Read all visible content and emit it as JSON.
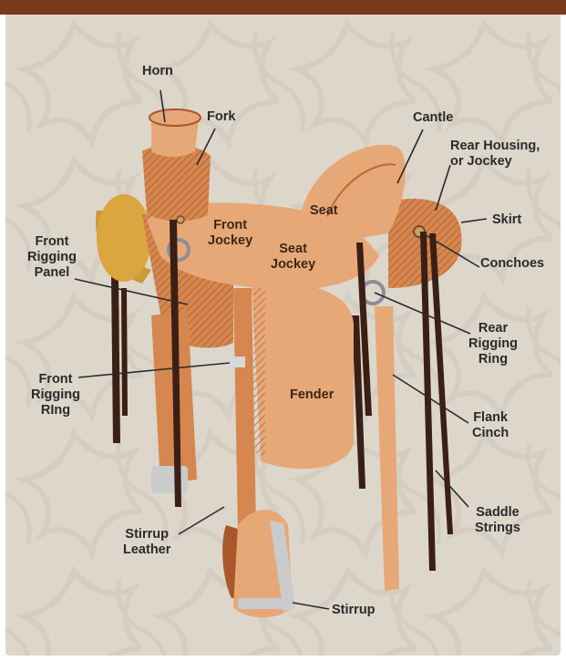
{
  "colors": {
    "top_bar": "#7a3a1c",
    "background": "#ddd6cb",
    "background_pattern": "#cfc6b9",
    "leather_light": "#e7a877",
    "leather_mid": "#d5874f",
    "leather_dark": "#a8582a",
    "strap_dark": "#3a1f14",
    "steel": "#c9cbcc",
    "label_text": "#2a2a2a"
  },
  "labels": {
    "horn": "Horn",
    "fork": "Fork",
    "cantle": "Cantle",
    "rear_housing": "Rear Housing,\nor Jockey",
    "skirt": "Skirt",
    "seat": "Seat",
    "front_jockey": "Front\nJockey",
    "seat_jockey": "Seat\nJockey",
    "conchoes": "Conchoes",
    "front_rigging_panel": "Front\nRigging\nPanel",
    "rear_rigging_ring": "Rear\nRigging\nRing",
    "front_rigging_ring": "Front\nRigging\nRIng",
    "fender": "Fender",
    "flank_cinch": "Flank\nCinch",
    "saddle_strings": "Saddle\nStrings",
    "stirrup_leather": "Stirrup\nLeather",
    "stirrup": "Stirrup"
  }
}
